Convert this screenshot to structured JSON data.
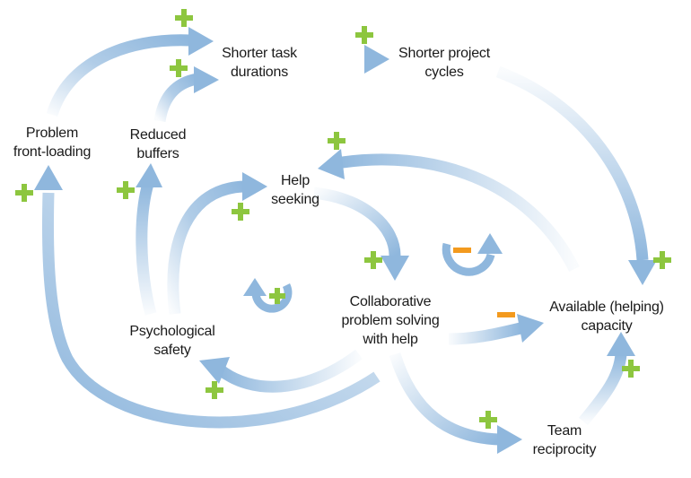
{
  "nodes": {
    "shorter_task_durations": [
      "Shorter task",
      "durations"
    ],
    "shorter_project_cycles": [
      "Shorter project",
      "cycles"
    ],
    "problem_front_loading": [
      "Problem",
      "front-loading"
    ],
    "reduced_buffers": [
      "Reduced",
      "buffers"
    ],
    "help_seeking": [
      "Help",
      "seeking"
    ],
    "collaborative_problem_solving": [
      "Collaborative",
      "problem solving",
      "with help"
    ],
    "available_capacity": [
      "Available (helping)",
      "capacity"
    ],
    "psychological_safety": [
      "Psychological",
      "safety"
    ],
    "team_reciprocity": [
      "Team",
      "reciprocity"
    ]
  },
  "polarity": {
    "positive": "+",
    "negative": "-"
  },
  "colors": {
    "arrow": "#8fb7dd",
    "arrow_dark": "#7aa6d1",
    "positive": "#8dc63f",
    "negative": "#f39a1e",
    "text": "#1a1a1a"
  },
  "icons": {
    "positive_sign": "plus-sign-icon",
    "negative_sign": "minus-sign-icon",
    "reinforcing_loop": "reinforcing-loop-icon",
    "balancing_loop": "balancing-loop-icon"
  }
}
